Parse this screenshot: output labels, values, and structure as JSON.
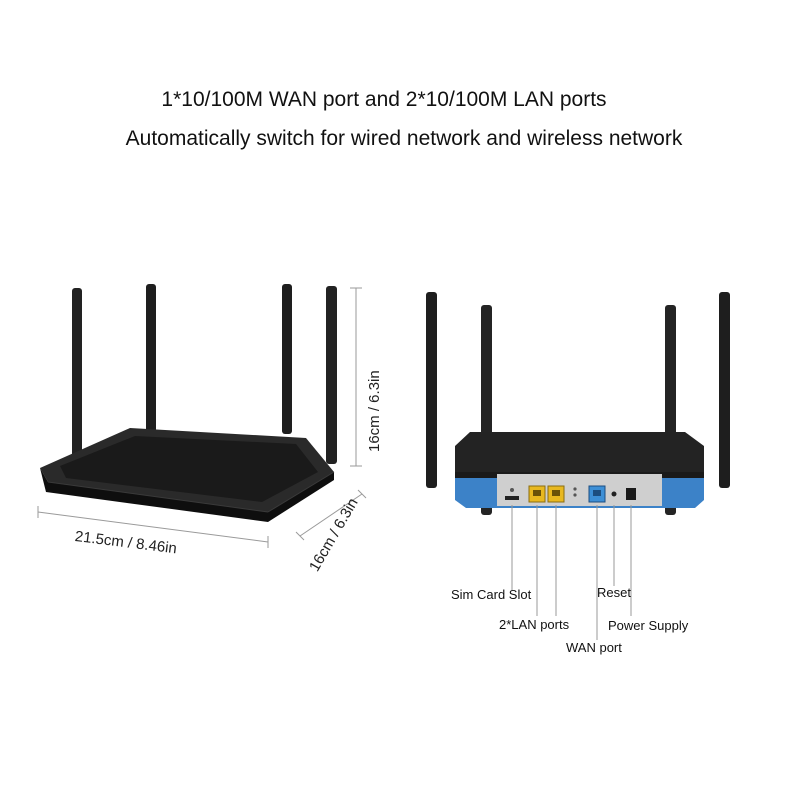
{
  "headline": {
    "line1": "1*10/100M WAN port and 2*10/100M LAN ports",
    "line2": "Automatically switch for wired network and wireless network"
  },
  "dimensions": {
    "width": "21.5cm / 8.46in",
    "depth": "16cm / 6.3in",
    "height": "16cm / 6.3in"
  },
  "ports": {
    "sim": "Sim Card Slot",
    "lan": "2*LAN ports",
    "wan": "WAN port",
    "reset": "Reset",
    "power": "Power Supply"
  },
  "colors": {
    "router_body": "#1b1b1b",
    "accent_blue": "#3c82c8",
    "lan_port": "#e8b820",
    "wan_port": "#3d8fd6",
    "rear_panel": "#cfcfcf"
  }
}
